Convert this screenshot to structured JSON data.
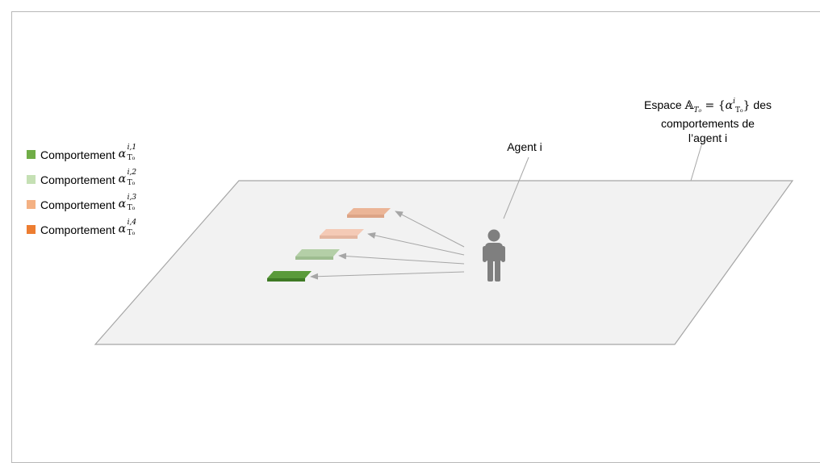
{
  "legend": {
    "items": [
      {
        "label": "Comportement",
        "symbol": "α",
        "sup": "i,1",
        "sub": "T₀",
        "color": "#70ad47"
      },
      {
        "label": "Comportement",
        "symbol": "α",
        "sup": "i,2",
        "sub": "T₀",
        "color": "#c5e0b4"
      },
      {
        "label": "Comportement",
        "symbol": "α",
        "sup": "i,3",
        "sub": "T₀",
        "color": "#f4b183"
      },
      {
        "label": "Comportement",
        "symbol": "α",
        "sup": "i,4",
        "sub": "T₀",
        "color": "#ed7d31"
      }
    ]
  },
  "space_label": {
    "prefix": "Espace ",
    "set_symbol": "𝔸",
    "set_sub": "T₀",
    "equals": " = {",
    "alpha": "α",
    "alpha_sup": "i",
    "alpha_sub": "T₀",
    "close": "}",
    "suffix": " des",
    "line2": "comportements de",
    "line3": "l’agent i"
  },
  "agent_label": "Agent i",
  "colors": {
    "plane_fill": "#f2f2f2",
    "plane_stroke": "#a6a6a6",
    "agent": "#7f7f7f",
    "arrow": "#a6a6a6"
  },
  "icons": {
    "agent": "person-icon"
  }
}
